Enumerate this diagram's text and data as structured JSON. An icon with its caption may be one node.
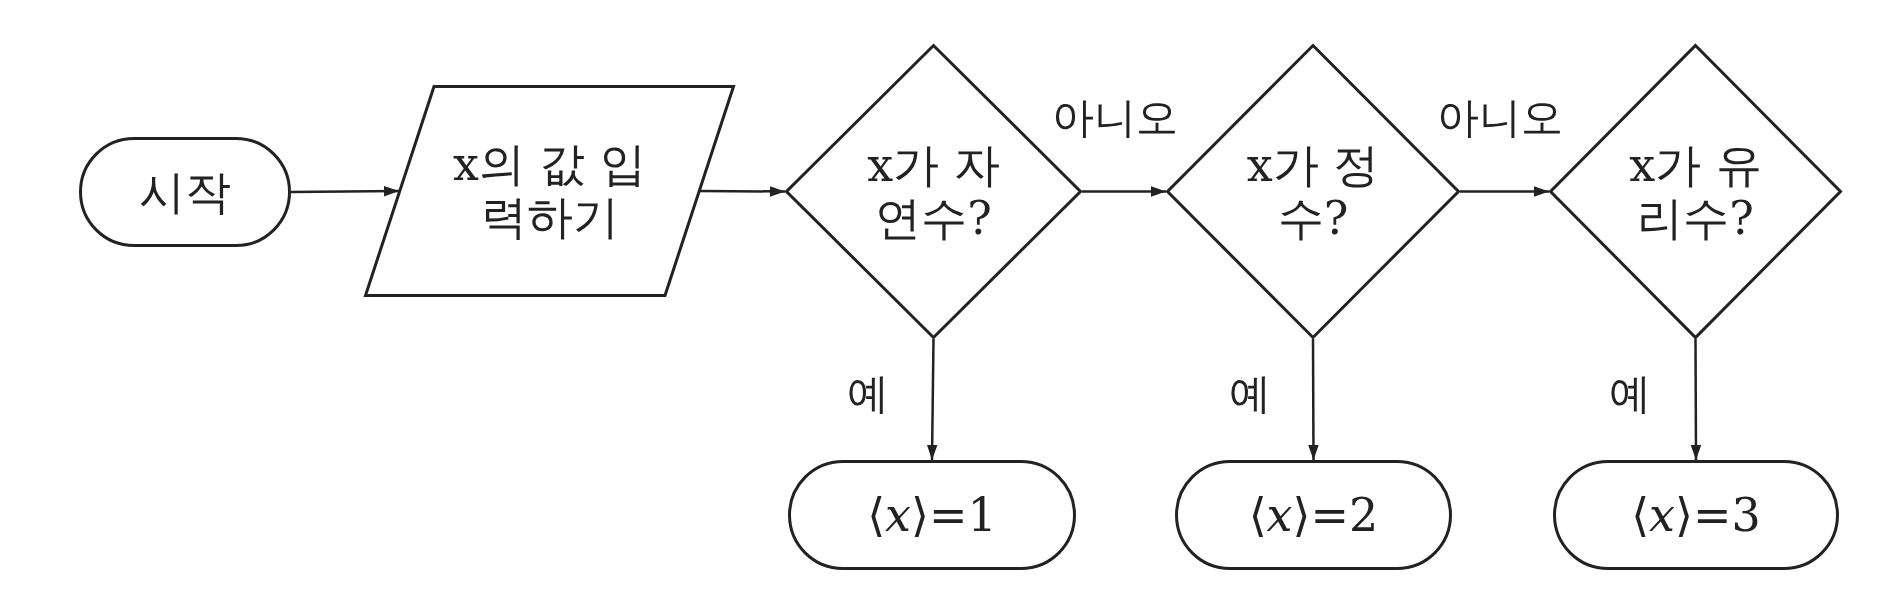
{
  "diagram": {
    "nodes": [
      {
        "text": [
          "시작"
        ]
      },
      {
        "text": [
          "x의 값 입력하기"
        ]
      },
      {
        "text": [
          "x가 자연수?"
        ]
      },
      {
        "text": [
          "x가 정수?"
        ]
      },
      {
        "text": [
          "x가 유리수?"
        ]
      },
      {
        "text": [
          "⟨*x*⟩=1"
        ]
      },
      {
        "text": [
          "⟨*x*⟩=2"
        ]
      },
      {
        "text": [
          "⟨*x*⟩=3"
        ]
      }
    ],
    "edges": [
      {
        "from": 0,
        "to": 1,
        "arrow": "to"
      },
      {
        "from": 1,
        "to": 2,
        "arrow": "to"
      },
      {
        "from": 2,
        "to": 3,
        "arrow": "to",
        "label": "아니오"
      },
      {
        "from": 3,
        "to": 4,
        "arrow": "to",
        "label": "아니오"
      },
      {
        "from": 2,
        "to": 5,
        "arrow": "to",
        "label": "예"
      },
      {
        "from": 3,
        "to": 6,
        "arrow": "to",
        "label": "예"
      },
      {
        "from": 4,
        "to": 7,
        "arrow": "to",
        "label": "예"
      }
    ]
  }
}
